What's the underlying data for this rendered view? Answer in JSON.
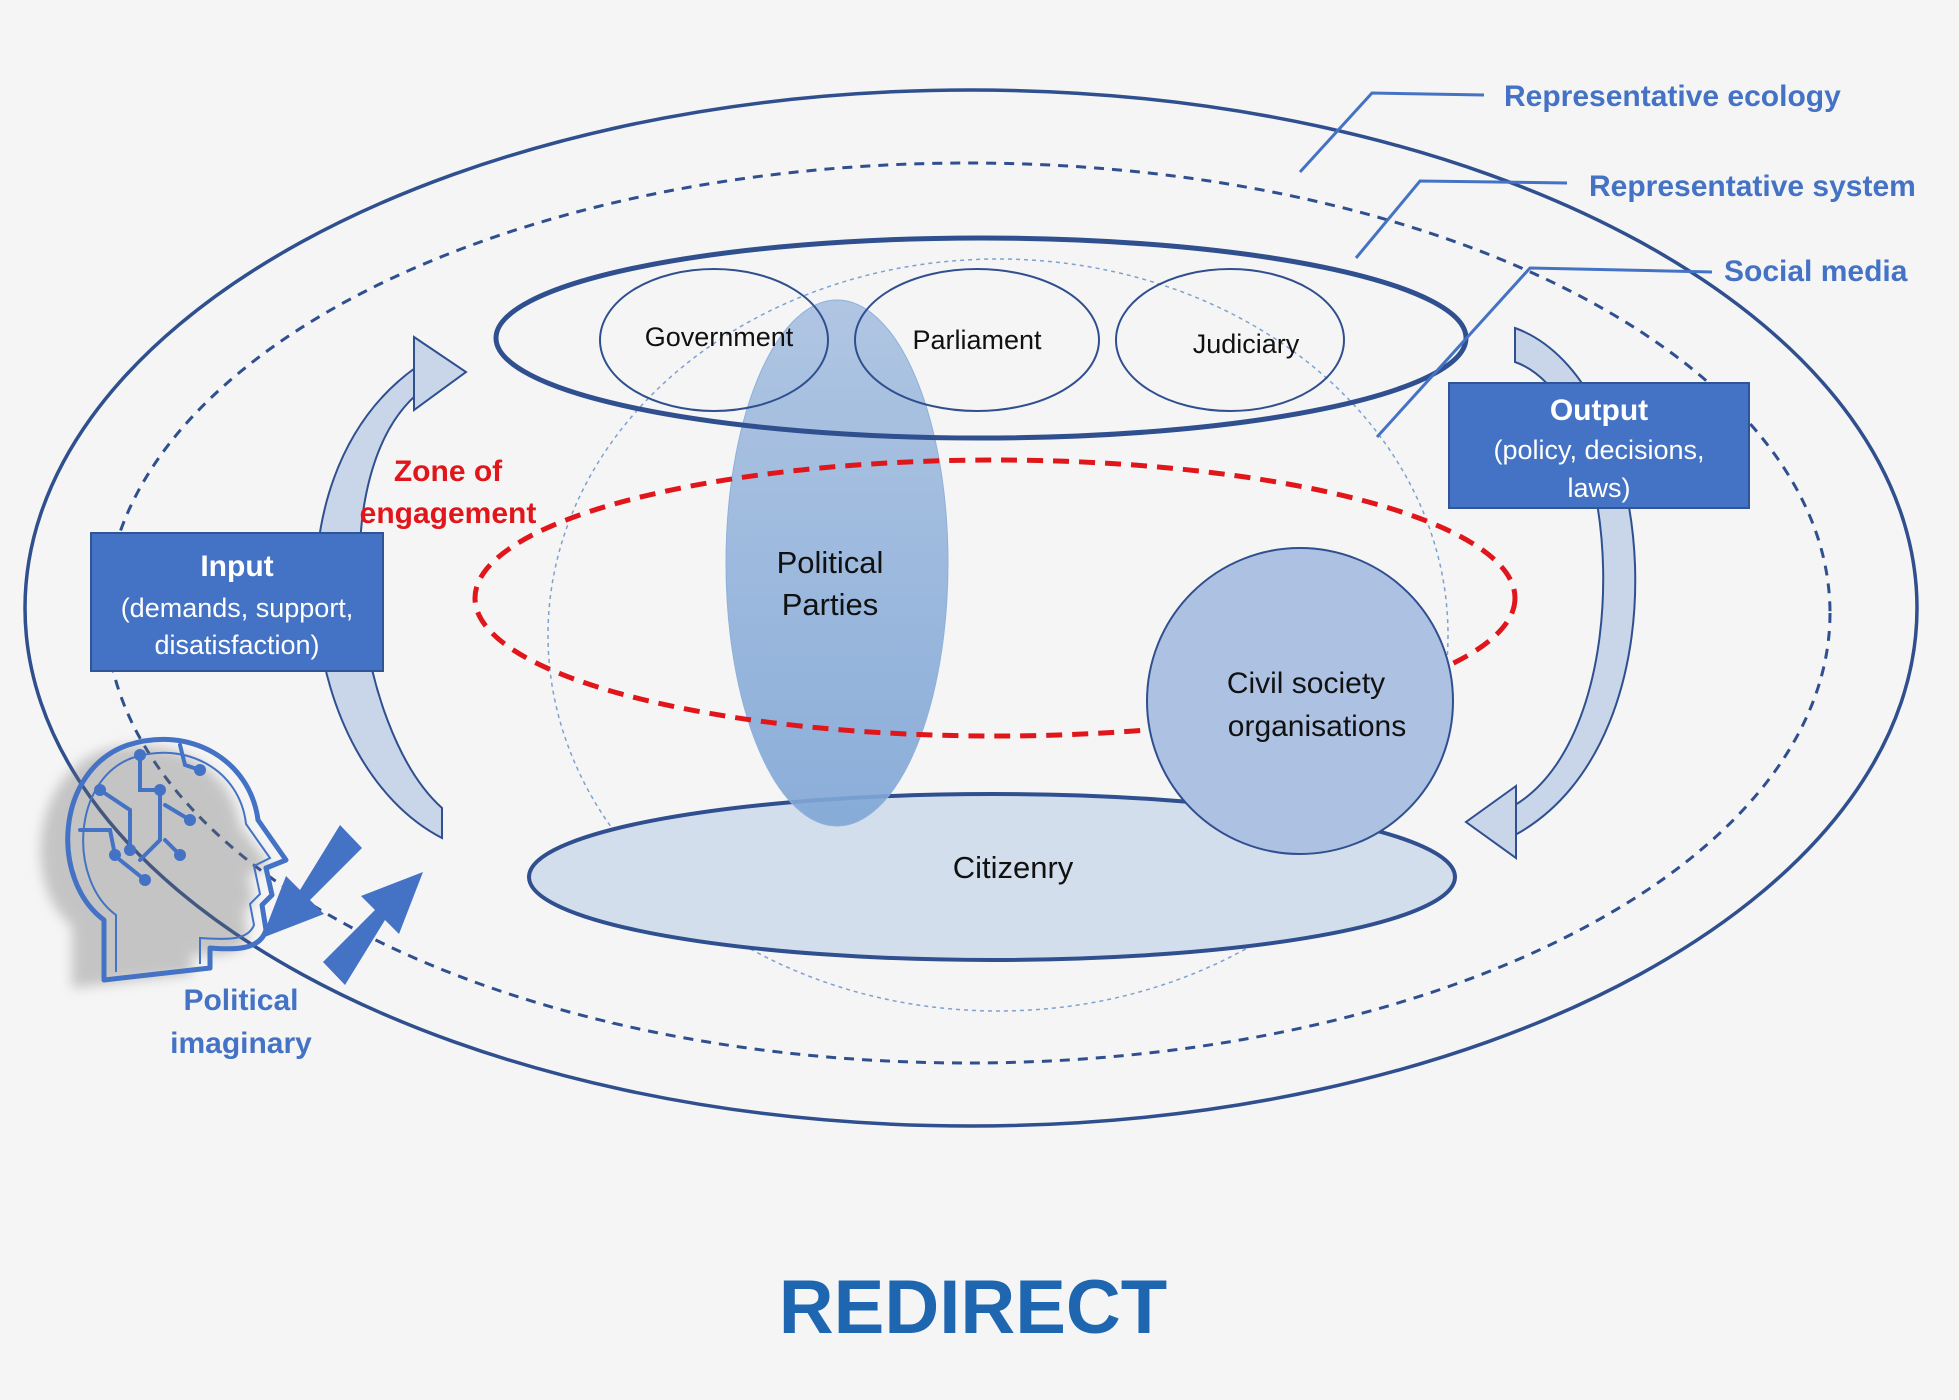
{
  "callouts": {
    "ecology": "Representative ecology",
    "system": "Representative system",
    "social_media": "Social media"
  },
  "institutions": {
    "government": "Government",
    "parliament": "Parliament",
    "judiciary": "Judiciary"
  },
  "zone": {
    "line1": "Zone of",
    "line2": "engagement"
  },
  "political_parties": {
    "line1": "Political",
    "line2": "Parties"
  },
  "civil_society": {
    "line1": "Civil society",
    "line2": "organisations"
  },
  "citizenry": "Citizenry",
  "input_box": {
    "title": "Input",
    "line1": "(demands, support,",
    "line2": "disatisfaction)"
  },
  "output_box": {
    "title": "Output",
    "line1": "(policy, decisions,",
    "line2": "laws)"
  },
  "political_imaginary": {
    "line1": "Political",
    "line2": "imaginary"
  },
  "footer": "REDIRECT",
  "colors": {
    "dark_blue": "#2f4f8f",
    "box_blue": "#4472c4",
    "zone_red": "#e0161b",
    "footer_blue": "#1f66b1"
  }
}
